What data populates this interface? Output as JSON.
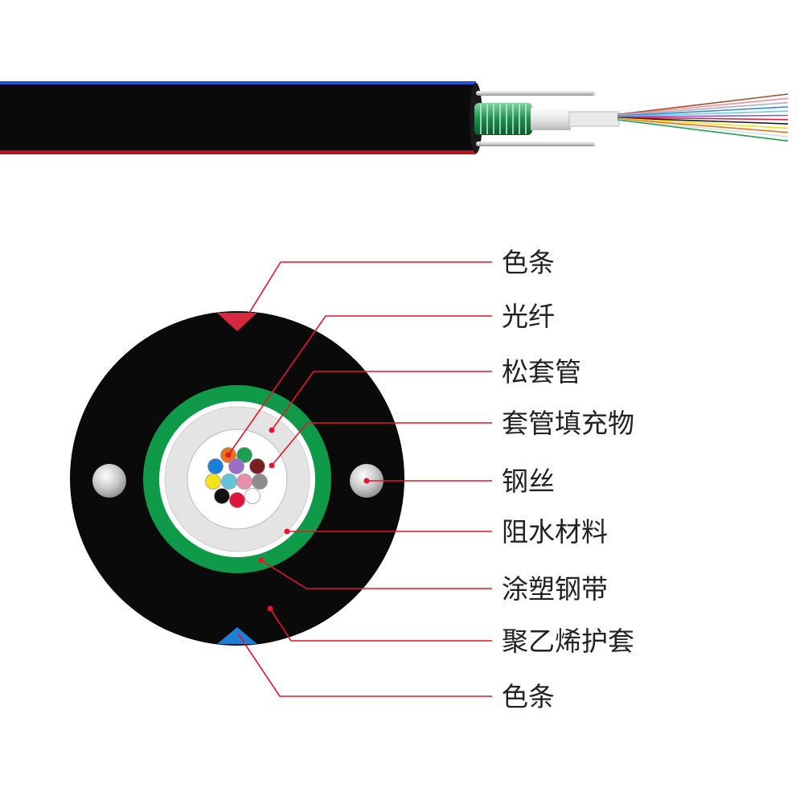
{
  "diagram": {
    "colors": {
      "jacket": "#0a0a0a",
      "stripe_top": "#d4293f",
      "stripe_bottom": "#1c7fd6",
      "steel_tape": "#0f9a4a",
      "leader_line": "#e8142c",
      "label_text": "#222222"
    },
    "labels": [
      {
        "id": "color-stripe-top",
        "text": "色条"
      },
      {
        "id": "optical-fiber",
        "text": "光纤"
      },
      {
        "id": "loose-tube",
        "text": "松套管"
      },
      {
        "id": "tube-filling",
        "text": "套管填充物"
      },
      {
        "id": "steel-wire",
        "text": "钢丝"
      },
      {
        "id": "water-blocking",
        "text": "阻水材料"
      },
      {
        "id": "coated-steel-tape",
        "text": "涂塑钢带"
      },
      {
        "id": "polyethylene-sheath",
        "text": "聚乙烯护套"
      },
      {
        "id": "color-stripe-bottom",
        "text": "色条"
      }
    ],
    "fiber_colors": [
      "#e8731c",
      "#1aa04e",
      "#1c7fd6",
      "#9b6fc7",
      "#7a1f1f",
      "#f2e21a",
      "#63c4d8",
      "#e88fb0",
      "#8c8c8c",
      "#111111",
      "#e0143a",
      "#ffffff"
    ],
    "fan_colors": [
      "#a0522d",
      "#f08fa0",
      "#b0b0b0",
      "#2b8fd6",
      "#73c7e0",
      "#7b5bd6",
      "#e02040",
      "#1a1a1a",
      "#f2e21a",
      "#e8731c",
      "#ffffff",
      "#20a050"
    ]
  }
}
